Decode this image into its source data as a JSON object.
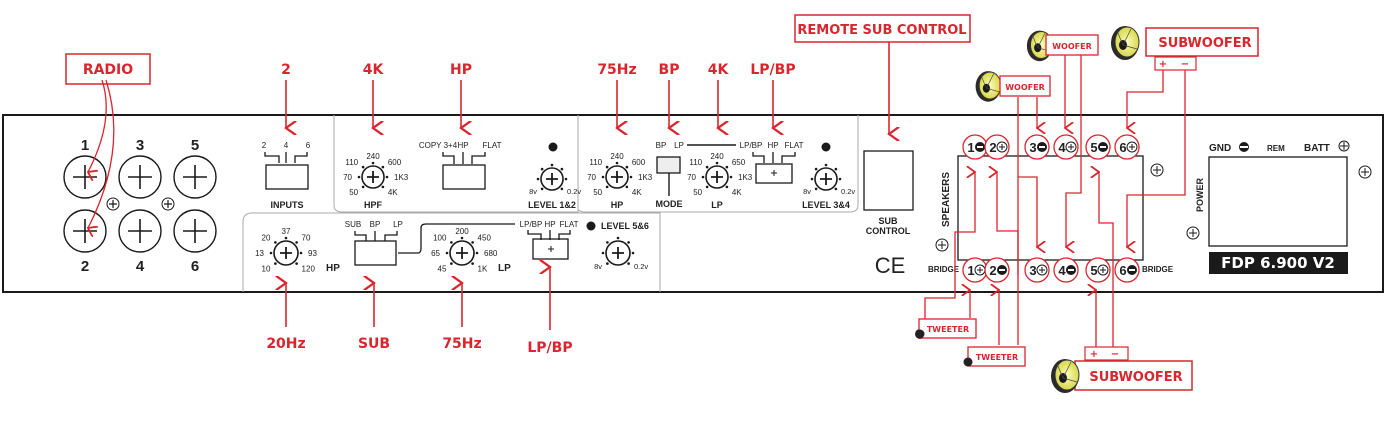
{
  "colors": {
    "accent": "#d9262e",
    "panel_stroke": "#1a1a1a",
    "woofer_cone": "#e8e870"
  },
  "model_badge": "FDP 6.900 V2",
  "inputs_section": {
    "rca_numbers": [
      "1",
      "3",
      "5",
      "2",
      "4",
      "6"
    ],
    "radio_callout": "RADIO",
    "inputs_switch": {
      "options": [
        "2",
        "4",
        "6"
      ],
      "label": "INPUTS",
      "selected": "2"
    }
  },
  "ch12": {
    "hpf": {
      "label": "HPF",
      "ticks": [
        "50",
        "70",
        "110",
        "240",
        "600",
        "1K3",
        "4K"
      ],
      "setting": "4K"
    },
    "mode": {
      "options": [
        "COPY 3+4",
        "HP",
        "FLAT"
      ],
      "setting": "HP"
    },
    "level": {
      "label": "LEVEL 1&2",
      "min": "8v",
      "max": "0.2v"
    }
  },
  "ch34": {
    "hp": {
      "label": "HP",
      "ticks": [
        "50",
        "70",
        "110",
        "240",
        "600",
        "1K3",
        "4K"
      ],
      "setting": "75Hz"
    },
    "mode": {
      "label": "MODE",
      "options": [
        "BP",
        "LP"
      ],
      "setting": "BP"
    },
    "lp": {
      "label": "LP",
      "ticks": [
        "50",
        "70",
        "110",
        "240",
        "650",
        "1K3",
        "4K"
      ],
      "setting": "4K"
    },
    "filter": {
      "options": [
        "LP/BP",
        "HP",
        "FLAT"
      ],
      "setting": "LP/BP"
    },
    "level": {
      "label": "LEVEL 3&4",
      "min": "8v",
      "max": "0.2v"
    }
  },
  "ch56": {
    "hp": {
      "label": "HP",
      "ticks": [
        "10",
        "13",
        "20",
        "37",
        "70",
        "93",
        "120"
      ],
      "setting": "20Hz"
    },
    "mode": {
      "options": [
        "SUB",
        "BP",
        "LP"
      ],
      "setting": "SUB"
    },
    "lp": {
      "label": "LP",
      "ticks": [
        "45",
        "65",
        "100",
        "200",
        "450",
        "680",
        "1K"
      ],
      "setting": "75Hz"
    },
    "filter": {
      "options": [
        "LP/BP",
        "HP",
        "FLAT"
      ],
      "setting": "LP/BP"
    },
    "level": {
      "label": "LEVEL 5&6",
      "min": "8v",
      "max": "0.2v"
    }
  },
  "callouts_top": [
    "2",
    "4K",
    "HP",
    "75Hz",
    "BP",
    "4K",
    "LP/BP"
  ],
  "callouts_bottom": [
    "20Hz",
    "SUB",
    "75Hz",
    "LP/BP"
  ],
  "sub_control": {
    "label_line1": "SUB",
    "label_line2": "CONTROL",
    "callout": "REMOTE SUB CONTROL",
    "ce_mark": "CE"
  },
  "speakers": {
    "label": "SPEAKERS",
    "bridge_label": "BRIDGE",
    "top_terminals": [
      {
        "num": "1",
        "pol": "minus"
      },
      {
        "num": "2",
        "pol": "plus"
      },
      {
        "num": "3",
        "pol": "minus"
      },
      {
        "num": "4",
        "pol": "plus"
      },
      {
        "num": "5",
        "pol": "minus"
      },
      {
        "num": "6",
        "pol": "plus"
      }
    ],
    "bottom_terminals": [
      {
        "num": "1",
        "pol": "plus"
      },
      {
        "num": "2",
        "pol": "minus"
      },
      {
        "num": "3",
        "pol": "plus"
      },
      {
        "num": "4",
        "pol": "minus"
      },
      {
        "num": "5",
        "pol": "plus"
      },
      {
        "num": "6",
        "pol": "minus"
      }
    ]
  },
  "power": {
    "label": "POWER",
    "gnd": "GND",
    "rem": "REM",
    "batt": "BATT"
  },
  "speaker_callouts": {
    "woofer1": "WOOFER",
    "woofer2": "WOOFER",
    "subwoofer_top": "SUBWOOFER",
    "subwoofer_bottom": "SUBWOOFER",
    "tweeter1": "TWEETER",
    "tweeter2": "TWEETER",
    "plus": "+",
    "minus": "−"
  }
}
